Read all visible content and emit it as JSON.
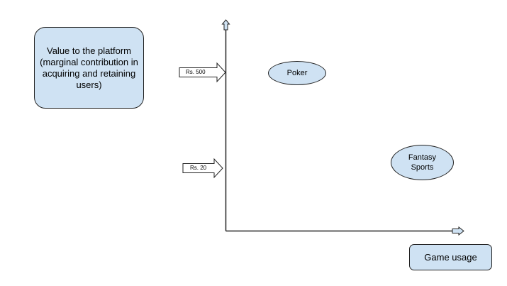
{
  "y_axis_label": "Value to the platform (marginal contribution in acquiring and retaining users)",
  "x_axis_label": "Game usage",
  "markers": [
    {
      "label": "Rs. 500"
    },
    {
      "label": "Rs. 20"
    }
  ],
  "games": [
    {
      "label": "Poker"
    },
    {
      "label": "Fantasy Sports"
    }
  ],
  "colors": {
    "node_fill": "#cfe2f3",
    "stroke": "#222222"
  }
}
